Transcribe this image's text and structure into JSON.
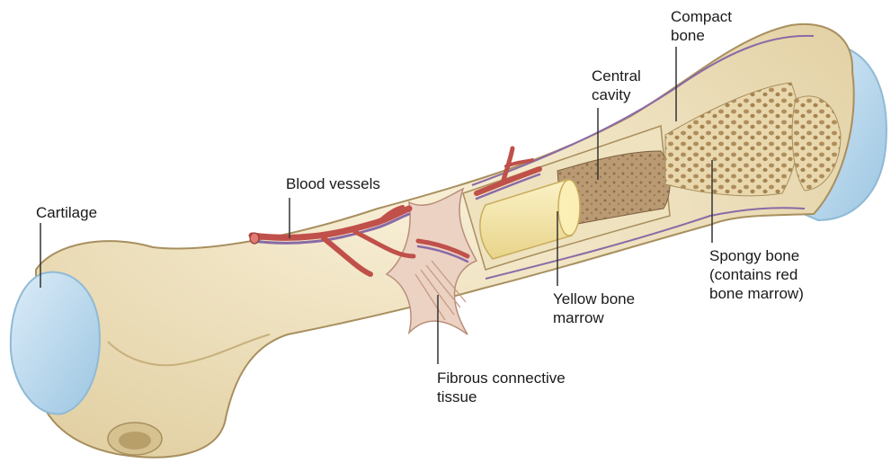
{
  "labels": {
    "compact_bone": "Compact\nbone",
    "central_cavity": "Central\ncavity",
    "blood_vessels": "Blood vessels",
    "cartilage": "Cartilage",
    "spongy_bone": "Spongy bone\n(contains red\nbone marrow)",
    "yellow_bone_marrow": "Yellow bone\nmarrow",
    "fibrous_tissue": "Fibrous connective\ntissue"
  },
  "colors": {
    "bone": "#f1e5c6",
    "bone_shadow": "#d9c79b",
    "cartilage": "#bcdcf0",
    "cartilage_edge": "#8fbad6",
    "marrow_yellow": "#f6e8a8",
    "cavity_brown": "#b3906a",
    "vessel_red": "#c0504a",
    "vessel_purple": "#8a6aa6",
    "fibrous": "#e7c9b7",
    "leader_line": "#333333"
  }
}
